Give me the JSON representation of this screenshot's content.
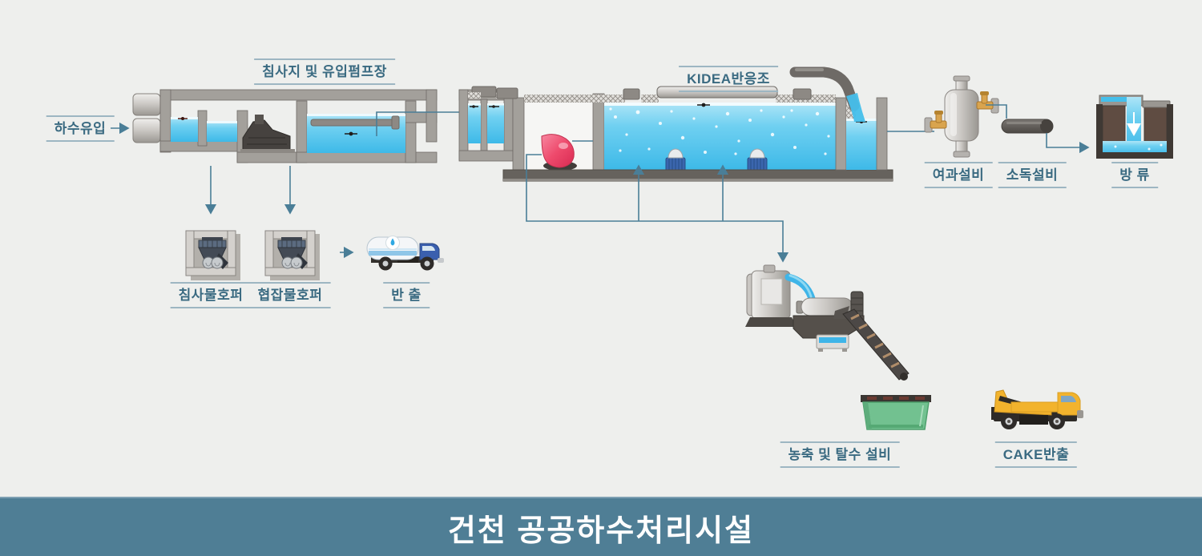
{
  "title": "건천 공공하수처리시설",
  "labels": {
    "inflow": "하수유입",
    "grit_pump_station": "침사지 및 유입펌프장",
    "kidea_reactor": "KIDEA반응조",
    "filtration": "여과설비",
    "disinfection": "소독설비",
    "discharge": "방 류",
    "grit_hopper": "침사물호퍼",
    "screenings_hopper": "협잡물호퍼",
    "haul_out": "반 출",
    "thickening_dewatering": "농축 및 탈수 설비",
    "cake_out": "CAKE반출"
  },
  "icons": {
    "inflow_arrow": "arrow-right",
    "grit_hopper_icon": "hopper-with-screw-discharge",
    "screenings_hopper_icon": "hopper-with-screw-discharge",
    "haul_out_icon": "water-tanker-truck",
    "filtration_icon": "pressure-filter-vessel",
    "disinfection_icon": "contact-cylinder",
    "discharge_icon": "outfall-channel",
    "dewatering_icon": "thickener-screw-press-conveyor",
    "container_icon": "roll-off-container",
    "cake_truck_icon": "arm-roll-truck"
  },
  "colors": {
    "background": "#eeefed",
    "banner": "#4f7e95",
    "label_text": "#3a6a81",
    "label_line": "#9db6c2",
    "line": "#4a7e97",
    "water": "#45bfeb",
    "tank_gray": "#a3a09b",
    "pump_red": "#e94165",
    "aerator_blue": "#3b66ae",
    "brass": "#d9a44e",
    "dumpster_green": "#72c190",
    "truck_blue": "#3a5fae",
    "truck_yellow": "#f2b32d"
  }
}
